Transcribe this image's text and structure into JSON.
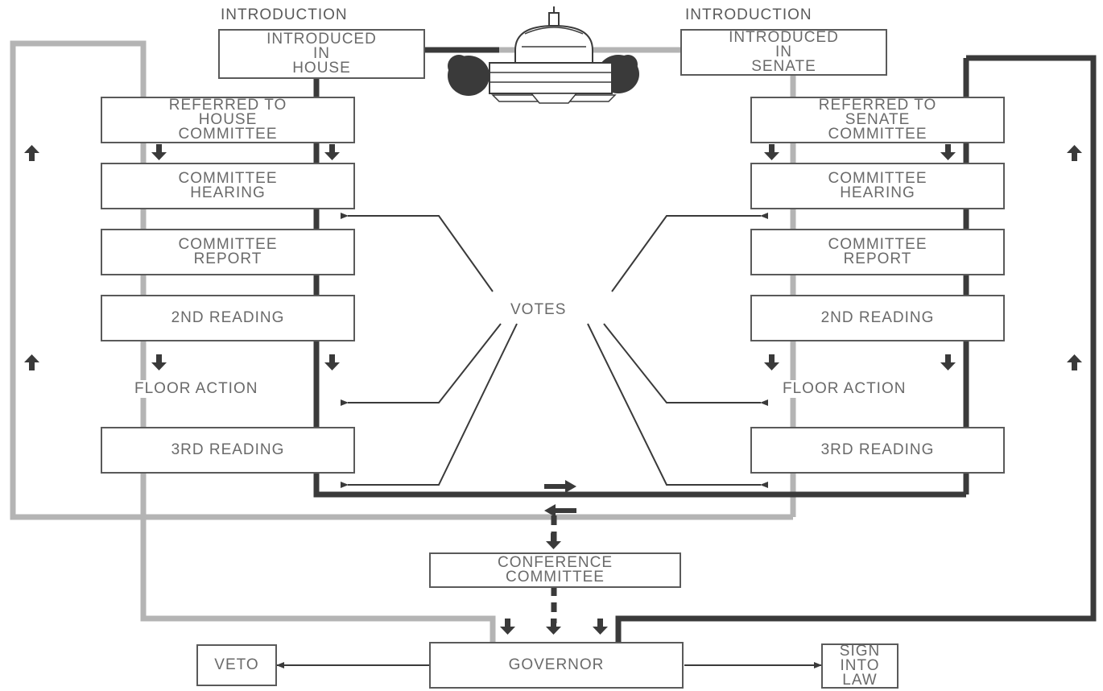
{
  "colors": {
    "house_path": "#3a3a3a",
    "senate_path": "#b4b4b4",
    "box_border": "#5a5a5a",
    "text": "#6a6a6a"
  },
  "icons": {
    "capitol": "capitol-building-icon"
  },
  "house": {
    "header": "INTRODUCTION",
    "introduced": "INTRODUCED\nIN\nHOUSE",
    "referred": "REFERRED TO\nHOUSE\nCOMMITTEE",
    "hearing": "COMMITTEE\nHEARING",
    "report": "COMMITTEE\nREPORT",
    "second_reading": "2ND READING",
    "floor_action": "FLOOR ACTION",
    "third_reading": "3RD READING"
  },
  "senate": {
    "header": "INTRODUCTION",
    "introduced": "INTRODUCED\nIN\nSENATE",
    "referred": "REFERRED TO\nSENATE\nCOMMITTEE",
    "hearing": "COMMITTEE\nHEARING",
    "report": "COMMITTEE\nREPORT",
    "second_reading": "2ND READING",
    "floor_action": "FLOOR ACTION",
    "third_reading": "3RD READING"
  },
  "votes": "VOTES",
  "conference": "CONFERENCE\nCOMMITTEE",
  "governor": "GOVERNOR",
  "veto": "VETO",
  "sign": "SIGN\nINTO\nLAW"
}
